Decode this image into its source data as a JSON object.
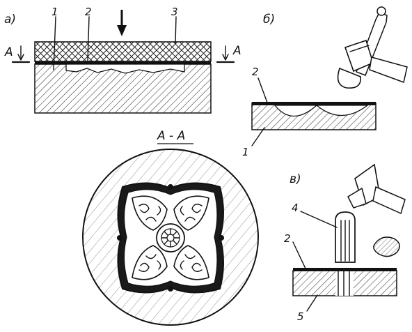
{
  "panels": {
    "a": {
      "panel_label": "а)",
      "callouts": [
        "1",
        "2",
        "3"
      ],
      "section_mark_left": "А",
      "section_mark_right": "А"
    },
    "b": {
      "panel_label": "б)",
      "callouts": [
        "2",
        "1"
      ]
    },
    "v": {
      "panel_label": "в)",
      "callouts": [
        "4",
        "2",
        "5"
      ]
    },
    "section": {
      "title": "А - А"
    }
  }
}
